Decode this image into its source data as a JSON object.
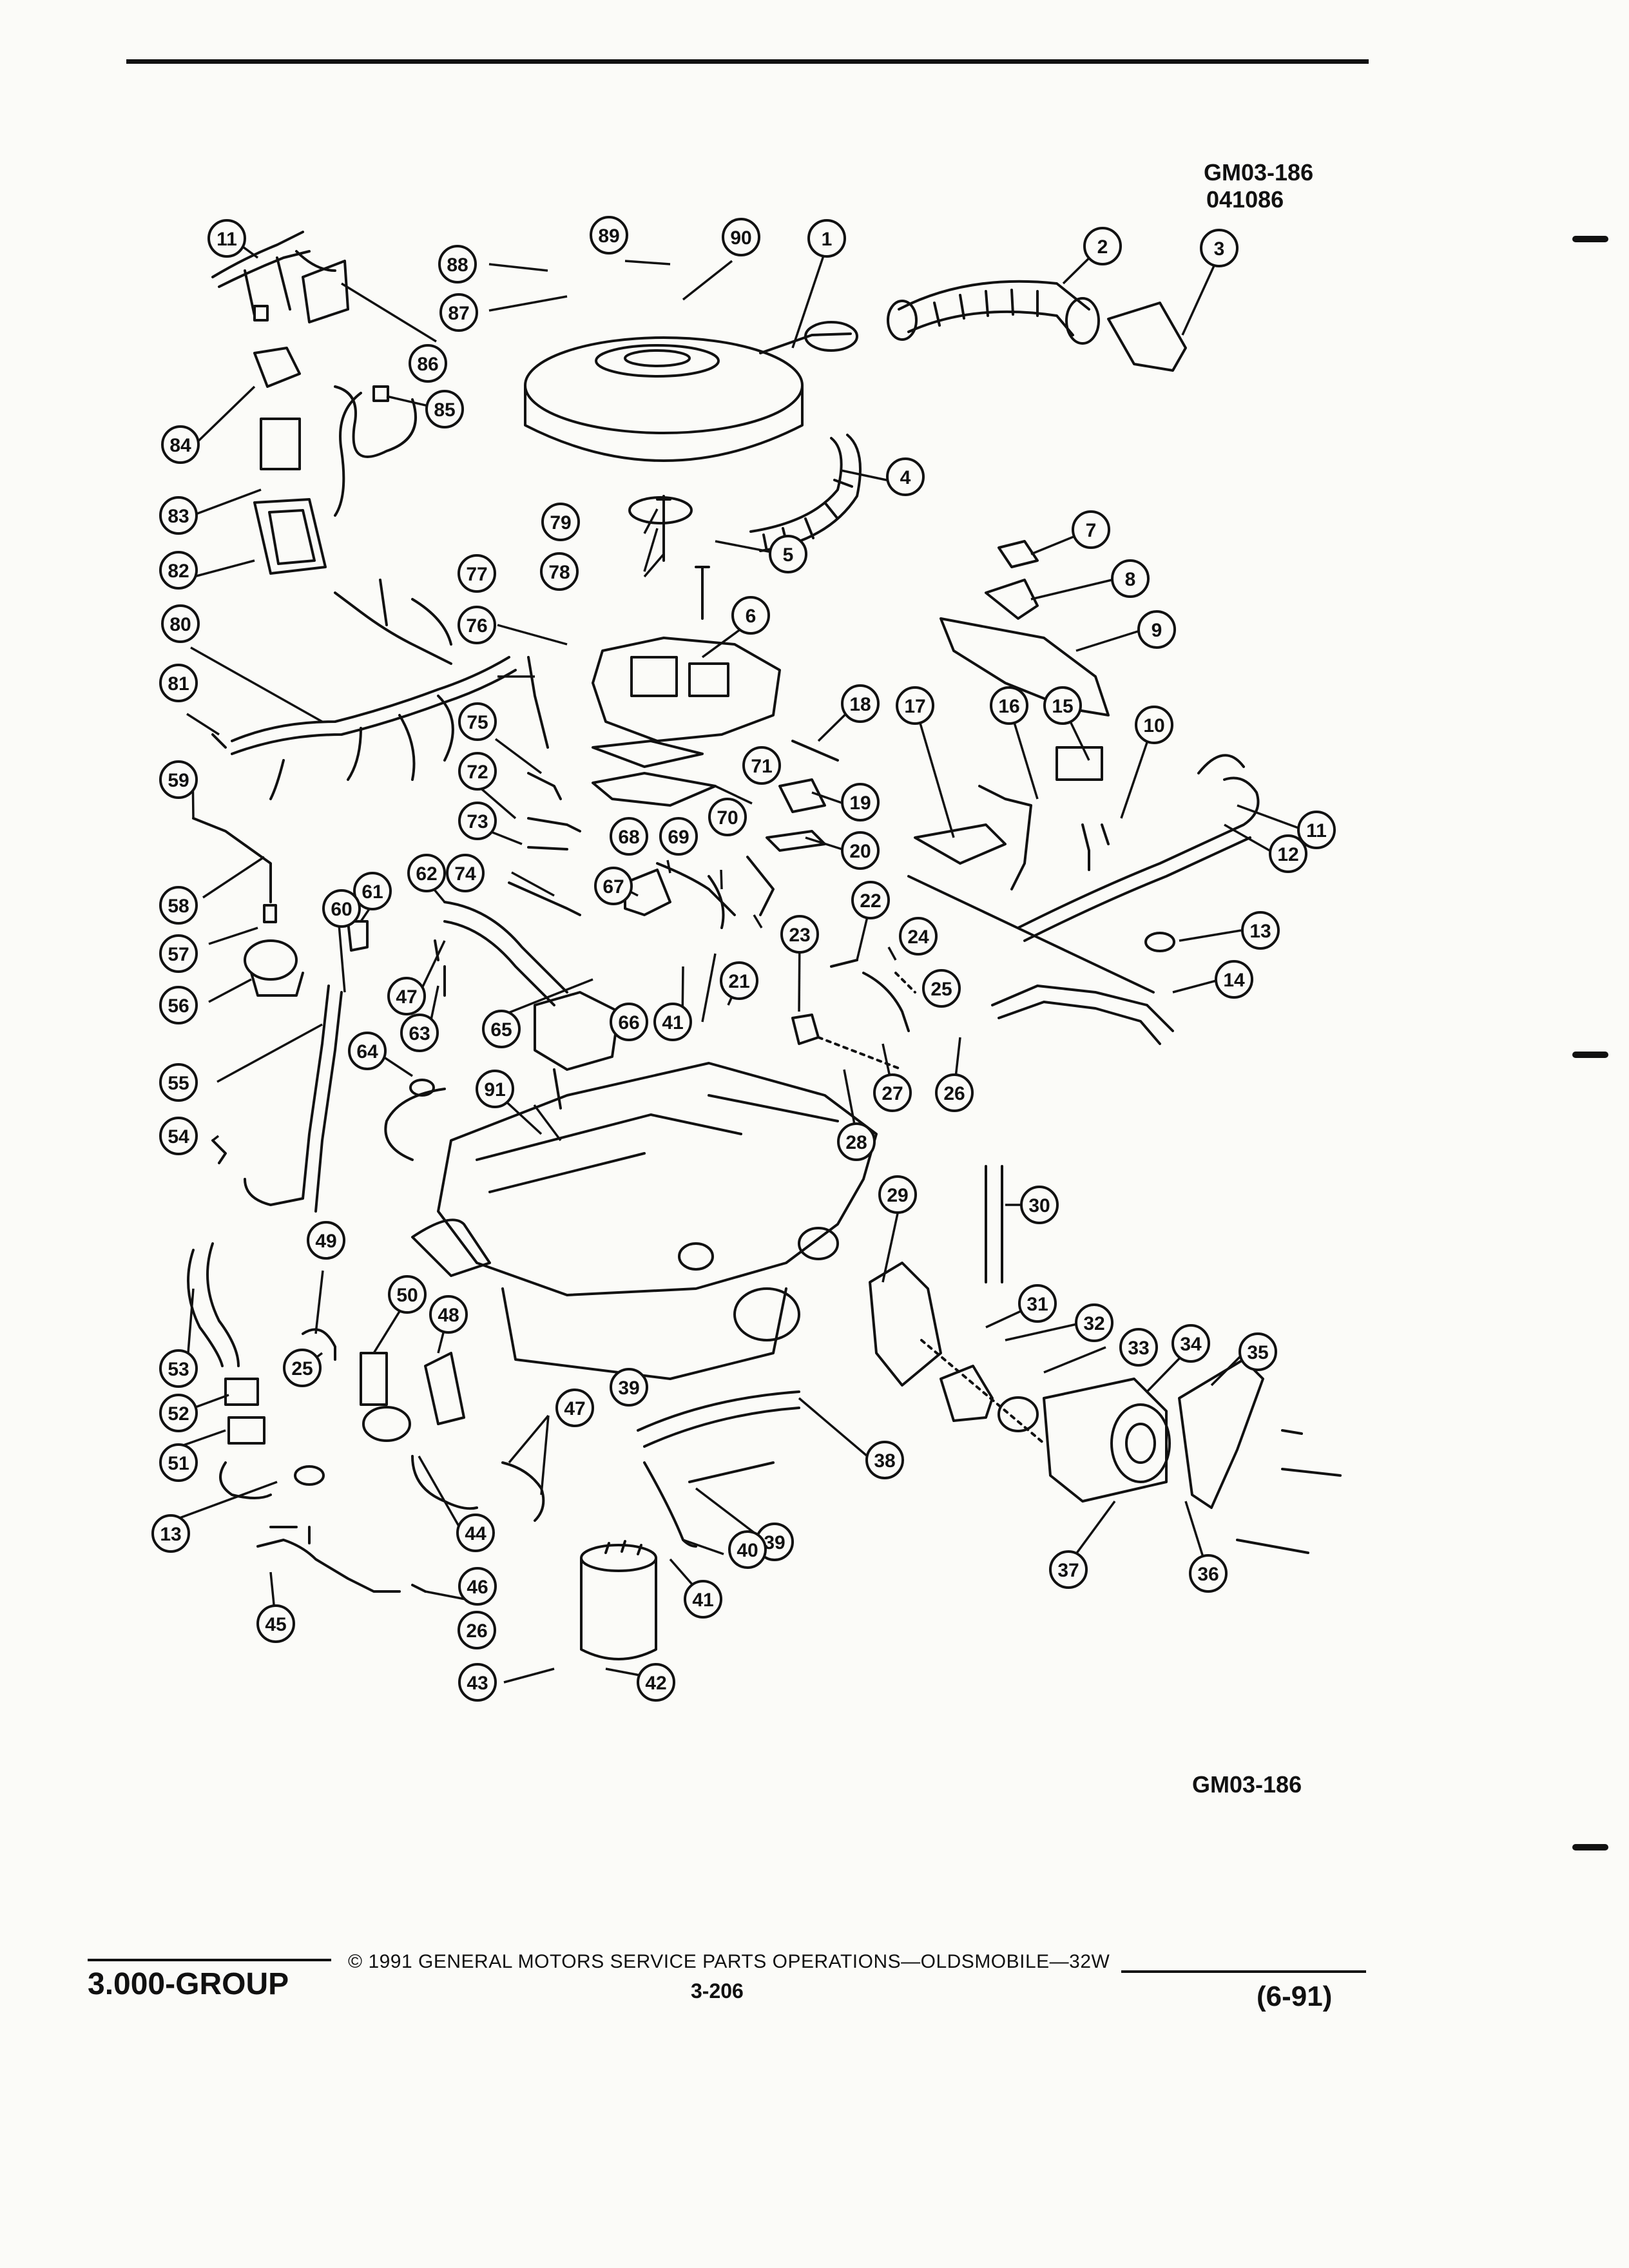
{
  "header": {
    "figure_code": "GM03-186",
    "figure_date": "041086"
  },
  "figure": {
    "bottom_code": "GM03-186",
    "callouts": [
      "1",
      "2",
      "3",
      "4",
      "5",
      "6",
      "7",
      "8",
      "9",
      "10",
      "11",
      "12",
      "13",
      "14",
      "15",
      "16",
      "17",
      "18",
      "19",
      "20",
      "21",
      "22",
      "23",
      "24",
      "25",
      "26",
      "27",
      "28",
      "29",
      "30",
      "31",
      "32",
      "33",
      "34",
      "35",
      "36",
      "37",
      "38",
      "39",
      "40",
      "41",
      "42",
      "43",
      "44",
      "45",
      "46",
      "47",
      "48",
      "49",
      "50",
      "51",
      "52",
      "53",
      "54",
      "55",
      "56",
      "57",
      "58",
      "59",
      "60",
      "61",
      "62",
      "63",
      "64",
      "65",
      "66",
      "67",
      "68",
      "69",
      "70",
      "71",
      "72",
      "73",
      "74",
      "75",
      "76",
      "77",
      "78",
      "79",
      "80",
      "81",
      "82",
      "83",
      "84",
      "85",
      "86",
      "87",
      "88",
      "89",
      "90",
      "91"
    ]
  },
  "footer": {
    "group": "3.000-GROUP",
    "copyright": "© 1991 GENERAL MOTORS SERVICE PARTS OPERATIONS—OLDSMOBILE—32W",
    "page": "3-206",
    "date": "(6-91)"
  }
}
